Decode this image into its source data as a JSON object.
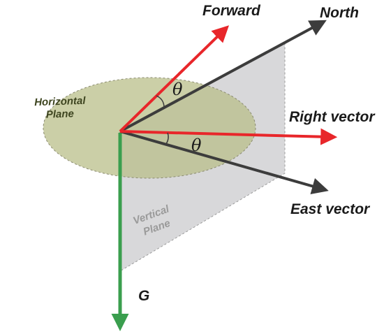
{
  "labels": {
    "forward": "Forward",
    "north": "North",
    "right_vector": "Right vector",
    "east_vector": "East vector",
    "g": "G",
    "theta_upper": "θ",
    "theta_lower": "θ",
    "horizontal_plane_line1": "Horizontal",
    "horizontal_plane_line2": "Plane",
    "vertical_plane_line1": "Vertical",
    "vertical_plane_line2": "Plane"
  },
  "colors": {
    "horizontal_plane_fill": "#b9bf8a",
    "vertical_plane_fill": "#d4d4d6",
    "red_vector": "#e8262a",
    "dark_vector": "#3c3c3c",
    "gravity_vector": "#3a9e4e",
    "horizontal_plane_text": "#3e4520",
    "vertical_plane_text": "#9a9a9a"
  }
}
